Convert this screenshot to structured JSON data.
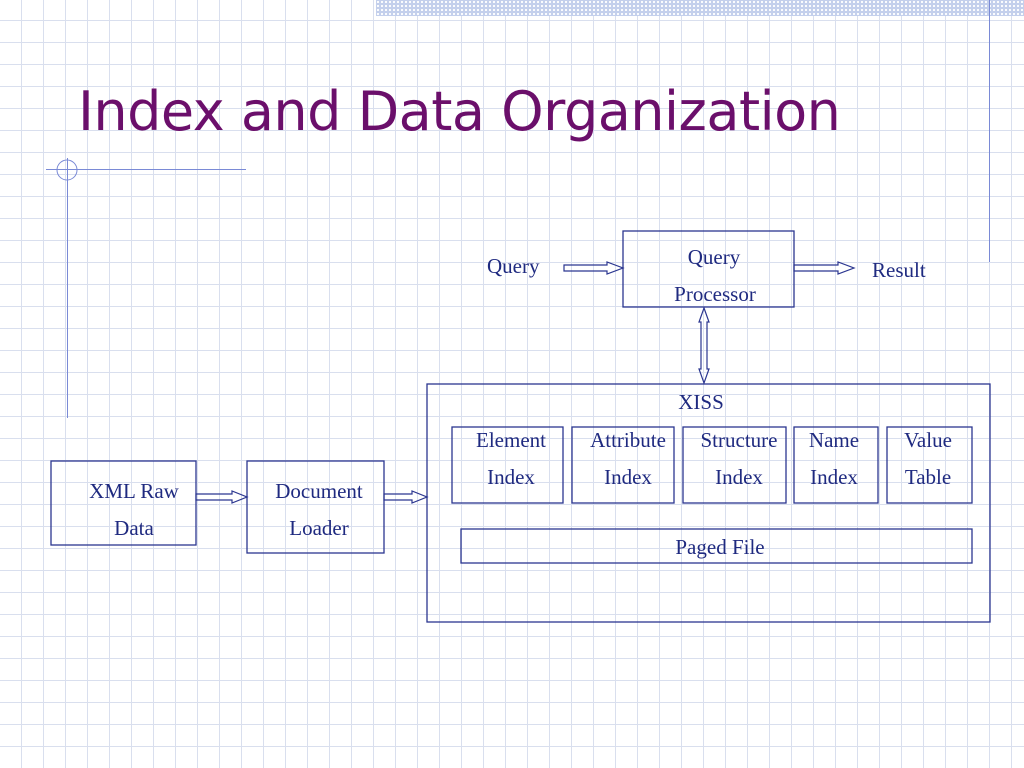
{
  "slide": {
    "title": "Index and Data Organization"
  },
  "theme": {
    "title_color": "#6b0f6b",
    "line_color": "#2b3690",
    "grid_color": "#d9dfee"
  },
  "diagram": {
    "query_label": "Query",
    "result_label": "Result",
    "query_processor": {
      "line1": "Query",
      "line2": "Processor"
    },
    "xml_raw_data": {
      "line1": "XML Raw",
      "line2": "Data"
    },
    "document_loader": {
      "line1": "Document",
      "line2": "Loader"
    },
    "xiss": {
      "label": "XISS",
      "components": [
        {
          "line1": "Element",
          "line2": "Index"
        },
        {
          "line1": "Attribute",
          "line2": "Index"
        },
        {
          "line1": "Structure",
          "line2": "Index"
        },
        {
          "line1": "Name",
          "line2": "Index"
        },
        {
          "line1": "Value",
          "line2": "Table"
        }
      ],
      "paged_file": "Paged File"
    }
  }
}
